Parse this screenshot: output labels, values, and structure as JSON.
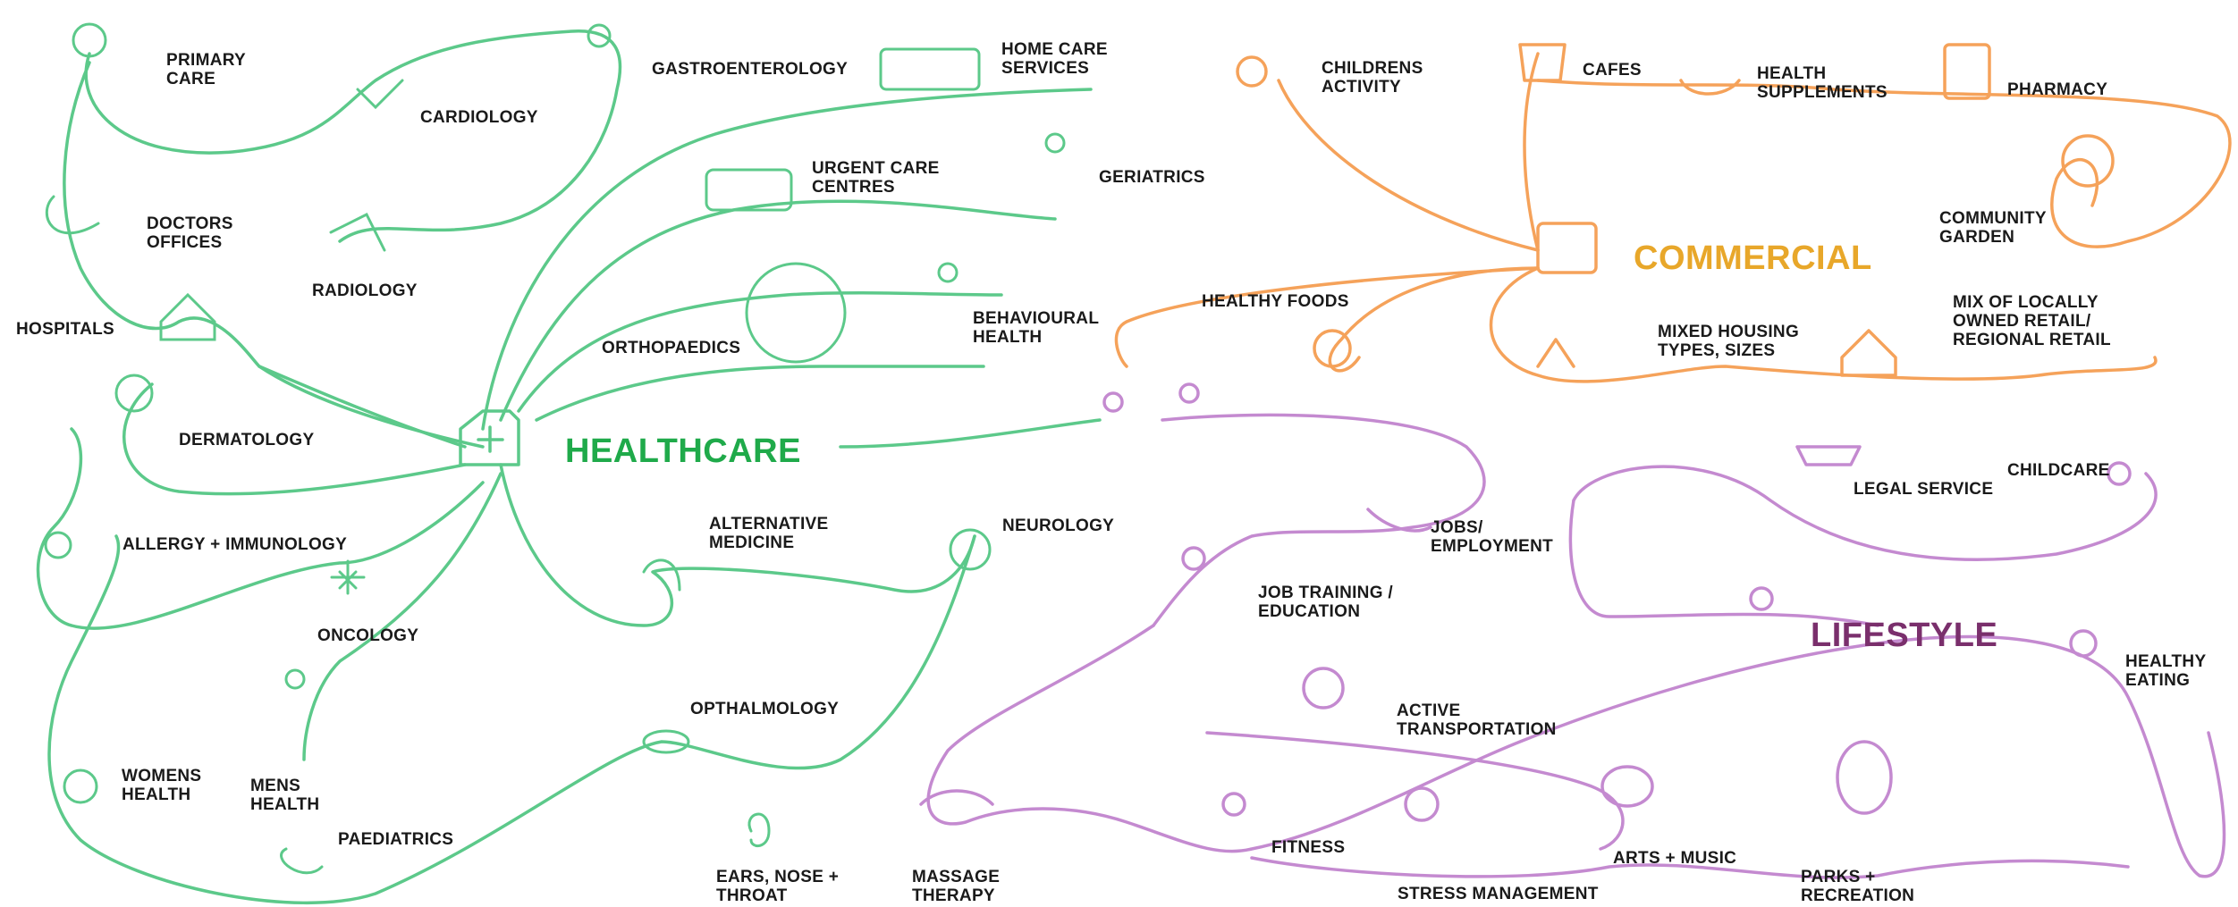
{
  "colors": {
    "healthcare": "#5cc98a",
    "healthcare_title": "#1faa4a",
    "commercial": "#f5a25a",
    "commercial_title": "#e8a72a",
    "lifestyle": "#c48ad0",
    "lifestyle_title": "#7a2f6c"
  },
  "sections": {
    "healthcare": "HEALTHCARE",
    "commercial": "COMMERCIAL",
    "lifestyle": "LIFESTYLE"
  },
  "healthcare_labels": {
    "primary_care": "PRIMARY\nCARE",
    "cardiology": "CARDIOLOGY",
    "gastroenterology": "GASTROENTEROLOGY",
    "home_care": "HOME CARE\nSERVICES",
    "doctors_offices": "DOCTORS\nOFFICES",
    "radiology": "RADIOLOGY",
    "urgent_care": "URGENT CARE\nCENTRES",
    "geriatrics": "GERIATRICS",
    "hospitals": "HOSPITALS",
    "orthopaedics": "ORTHOPAEDICS",
    "behavioural_health": "BEHAVIOURAL\nHEALTH",
    "dermatology": "DERMATOLOGY",
    "allergy": "ALLERGY + IMMUNOLOGY",
    "oncology": "ONCOLOGY",
    "alternative_medicine": "ALTERNATIVE\nMEDICINE",
    "neurology": "NEUROLOGY",
    "opthalmology": "OPTHALMOLOGY",
    "womens_health": "WOMENS\nHEALTH",
    "mens_health": "MENS\nHEALTH",
    "paediatrics": "PAEDIATRICS",
    "ent": "EARS, NOSE +\nTHROAT"
  },
  "commercial_labels": {
    "childrens_activity": "CHILDRENS\nACTIVITY",
    "cafes": "CAFES",
    "health_supplements": "HEALTH\nSUPPLEMENTS",
    "pharmacy": "PHARMACY",
    "community_garden": "COMMUNITY\nGARDEN",
    "healthy_foods": "HEALTHY FOODS",
    "mixed_housing": "MIXED HOUSING\nTYPES, SIZES",
    "local_retail": "MIX OF LOCALLY\nOWNED RETAIL/\nREGIONAL RETAIL"
  },
  "lifestyle_labels": {
    "legal_service": "LEGAL SERVICE",
    "childcare": "CHILDCARE",
    "jobs": "JOBS/\nEMPLOYMENT",
    "job_training": "JOB TRAINING /\nEDUCATION",
    "active_transport": "ACTIVE\nTRANSPORTATION",
    "healthy_eating": "HEALTHY\nEATING",
    "massage": "MASSAGE\nTHERAPY",
    "fitness": "FITNESS",
    "stress": "STRESS MANAGEMENT",
    "arts": "ARTS + MUSIC",
    "parks": "PARKS +\nRECREATION"
  }
}
